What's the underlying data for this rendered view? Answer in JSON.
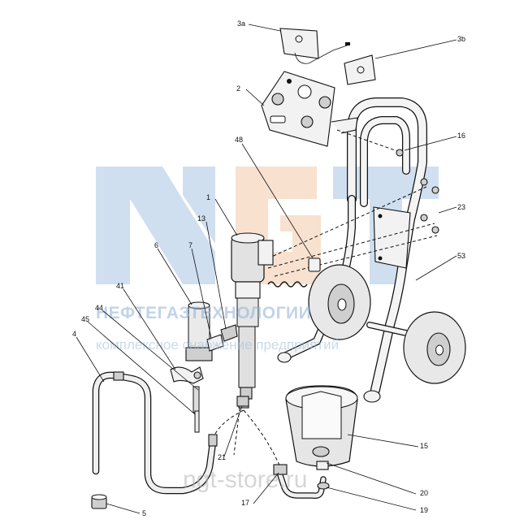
{
  "diagram": {
    "callouts": {
      "p3a": "3a",
      "p3b": "3b",
      "p2": "2",
      "p16": "16",
      "p48": "48",
      "p1": "1",
      "p23": "23",
      "p13": "13",
      "p6": "6",
      "p7": "7",
      "p53": "53",
      "p41": "41",
      "p44": "44",
      "p45": "45",
      "p4": "4",
      "p15": "15",
      "p21": "21",
      "p20": "20",
      "p17": "17",
      "p19": "19",
      "p5": "5"
    },
    "watermark": {
      "line1": "НЕФТЕГАЗТЕХНОЛОГИИ",
      "line2": "комплексное снабжение предприятий",
      "site": "ngt-store.ru",
      "logo_letters": "NGT"
    }
  }
}
